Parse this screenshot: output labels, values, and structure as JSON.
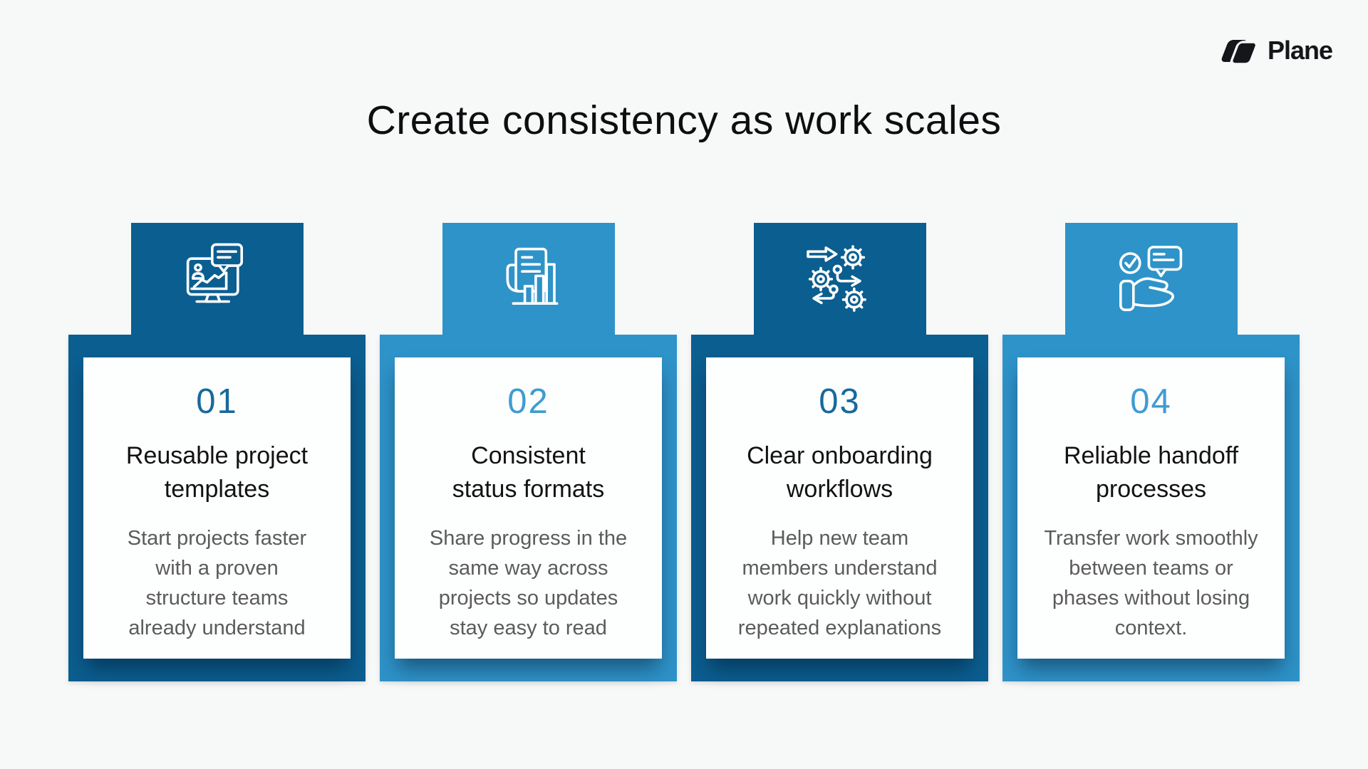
{
  "brand": {
    "name": "Plane",
    "logo_icon": "plane-logo-icon",
    "logo_color": "#15161A"
  },
  "header": {
    "title": "Create consistency as work scales"
  },
  "cards": [
    {
      "number": "01",
      "title": "Reusable project\ntemplates",
      "description": "Start projects faster\nwith a proven\nstructure teams\nalready understand",
      "icon": "monitor-analytics-icon",
      "theme": "dark",
      "card_color": "#0B5E90",
      "number_color": "#17699C"
    },
    {
      "number": "02",
      "title": "Consistent\nstatus formats",
      "description": "Share progress in the\nsame way across\nprojects so updates\nstay easy to read",
      "icon": "report-bar-chart-icon",
      "theme": "light",
      "card_color": "#2E93C9",
      "number_color": "#3E9CD2"
    },
    {
      "number": "03",
      "title": "Clear onboarding\nworkflows",
      "description": "Help new team\nmembers understand\nwork quickly without\nrepeated explanations",
      "icon": "gears-workflow-icon",
      "theme": "dark",
      "card_color": "#0B5E90",
      "number_color": "#17699C"
    },
    {
      "number": "04",
      "title": "Reliable handoff\nprocesses",
      "description": "Transfer work smoothly\nbetween teams or\nphases without losing\ncontext.",
      "icon": "hand-handoff-icon",
      "theme": "light",
      "card_color": "#2E93C9",
      "number_color": "#3E9CD2"
    }
  ],
  "colors": {
    "background": "#F7F8F8",
    "panel": "#FDFEFE",
    "dark_card": "#0B5E90",
    "light_card": "#2E93C9",
    "title_text": "#121212",
    "body_text": "#5B5B5B",
    "heading_text": "#0E0E10",
    "logo_text": "#15161A",
    "icon_stroke": "#FFFFFF"
  }
}
